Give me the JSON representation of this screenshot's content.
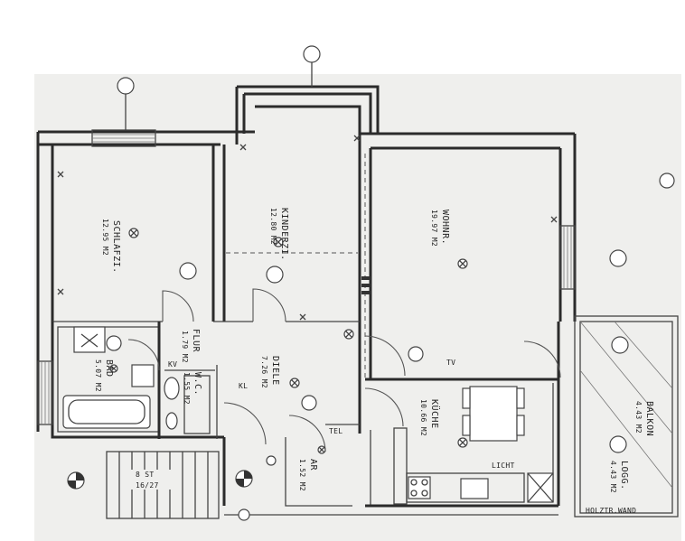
{
  "plan": {
    "rooms": [
      {
        "key": "schlafzi",
        "name": "SCHLAFZI.",
        "area": "12.95 M2"
      },
      {
        "key": "kinderzi",
        "name": "KINDERZI.",
        "area": "12.80 M2"
      },
      {
        "key": "wohnr",
        "name": "WOHNR.",
        "area": "19.97 M2"
      },
      {
        "key": "flur",
        "name": "FLUR",
        "area": "1.79 M2"
      },
      {
        "key": "bad",
        "name": "BAD",
        "area": "5.07 M2"
      },
      {
        "key": "wc",
        "name": "W.C.",
        "area": "1.55 M2"
      },
      {
        "key": "diele",
        "name": "DIELE",
        "area": "7.26 M2"
      },
      {
        "key": "ar",
        "name": "AR",
        "area": "1.52 M2"
      },
      {
        "key": "kueche",
        "name": "KÜCHE",
        "area": "10.66 M2"
      },
      {
        "key": "balkon",
        "name": "BALKON",
        "area": "4.43 M2"
      },
      {
        "key": "logg",
        "name": "LOGG.",
        "area": "4.43 M2"
      }
    ],
    "stairs_label": "8 ST",
    "stairs_dims": "16/27",
    "wall_note": "HOLZTR.WAND",
    "small_labels": {
      "tv": "TV",
      "kl": "KL",
      "kv": "KV",
      "tel": "TEL",
      "lichtsch": "LICHT"
    },
    "colors": {
      "ink": "#2b2b2b",
      "paper": "#efefed"
    }
  }
}
